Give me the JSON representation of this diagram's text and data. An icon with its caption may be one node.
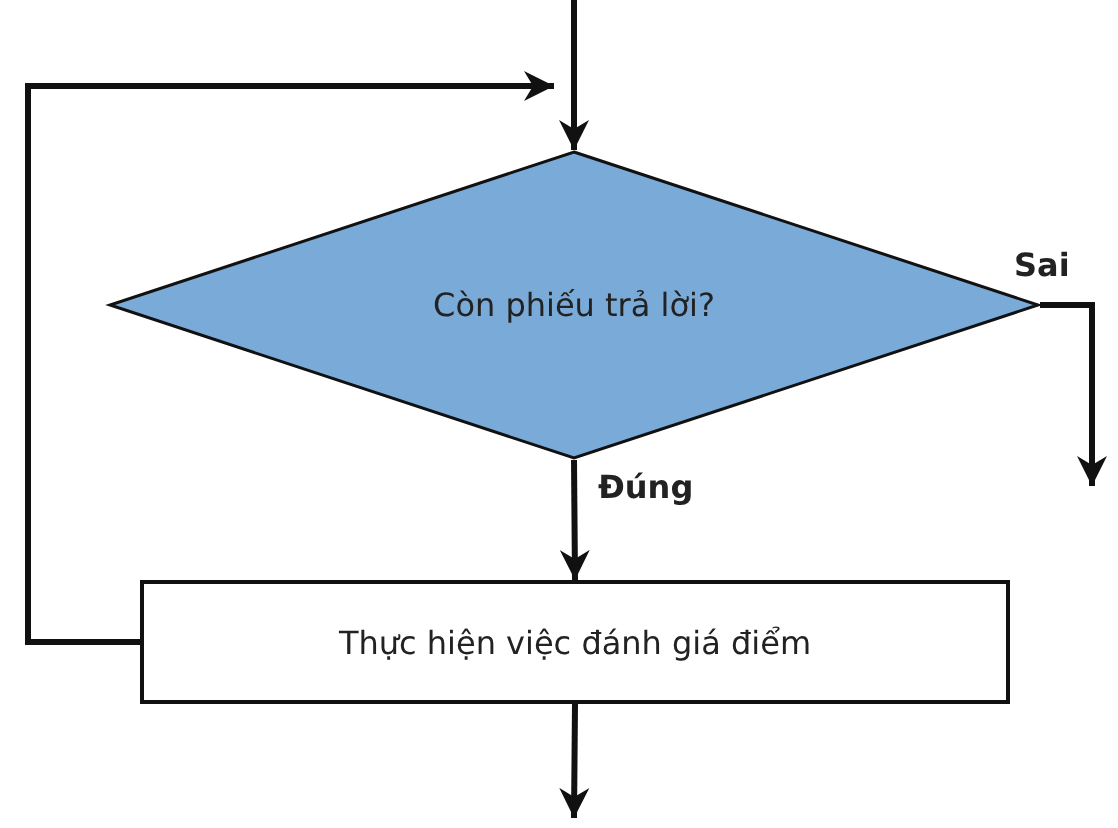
{
  "diagram": {
    "nodes": [
      {
        "text": [
          "Còn phiếu trả lời?"
        ]
      },
      {
        "text": [
          "Thực hiện việc đánh giá điểm"
        ]
      }
    ],
    "edges": [
      {
        "from": null,
        "to": 0,
        "arrow": "to"
      },
      {
        "from": 0,
        "to": null,
        "arrow": "to",
        "label": "Sai"
      },
      {
        "from": 0,
        "to": 1,
        "arrow": "to",
        "label": "Đúng"
      },
      {
        "from": 1,
        "to": null,
        "arrow": "to"
      },
      {
        "from": 1,
        "to": null,
        "arrow": "to"
      }
    ]
  }
}
